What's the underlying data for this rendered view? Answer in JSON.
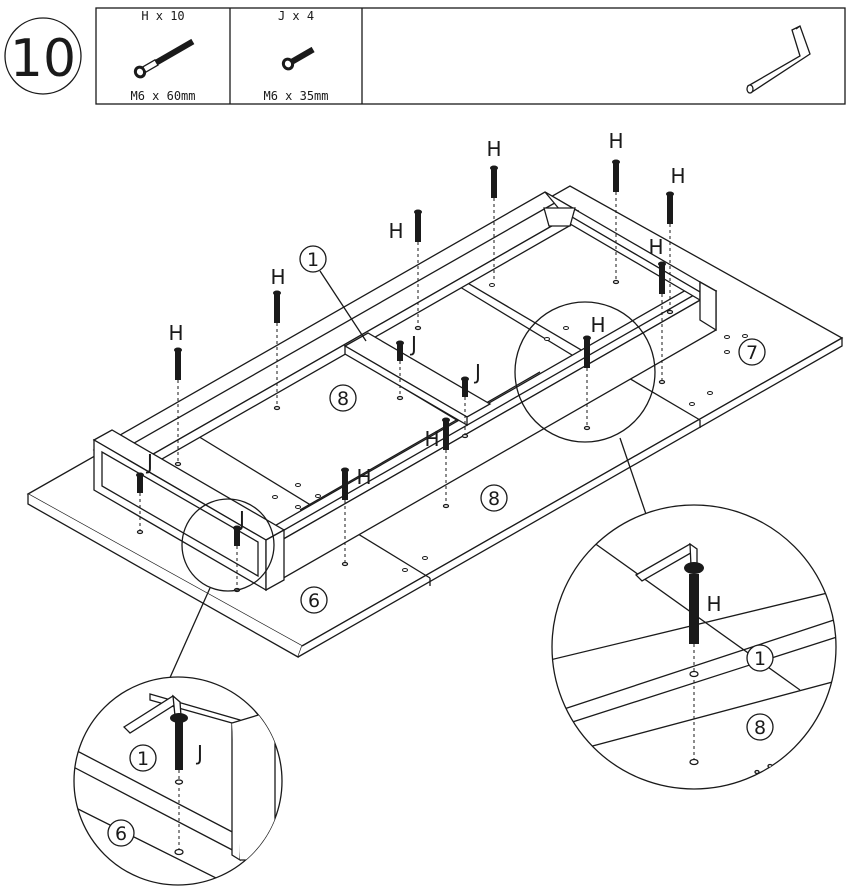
{
  "step": {
    "number": "10"
  },
  "parts_table": [
    {
      "id": "bolt-h",
      "qty_label": "H x 10",
      "size_label": "M6 x 60mm"
    },
    {
      "id": "bolt-j",
      "qty_label": "J x 4",
      "size_label": "M6 x 35mm"
    }
  ],
  "tool": {
    "icon": "allen-key-icon"
  },
  "callouts": {
    "h": "H",
    "j": "J",
    "part_1": "1",
    "part_6": "6",
    "part_7": "7",
    "part_8": "8"
  }
}
